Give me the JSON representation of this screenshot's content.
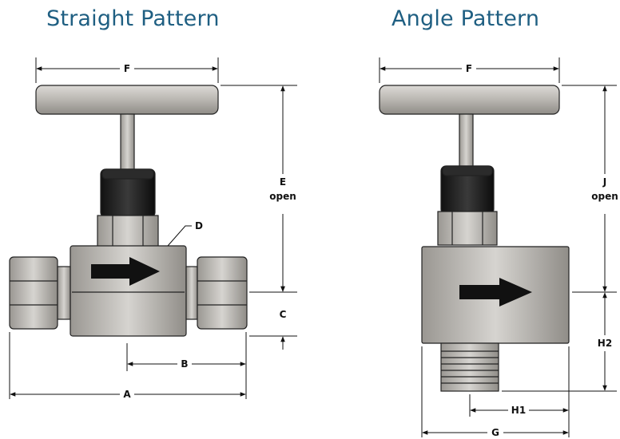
{
  "titles": {
    "straight": "Straight Pattern",
    "angle": "Angle Pattern"
  },
  "straight_labels": {
    "F": "F",
    "E": "E",
    "E_sub": "open",
    "D": "D",
    "C": "C",
    "B": "B",
    "A": "A"
  },
  "angle_labels": {
    "F": "F",
    "J": "J",
    "J_sub": "open",
    "H2": "H2",
    "H1": "H1",
    "G": "G"
  },
  "colors": {
    "title": "#1f5f82",
    "metal": "#b9b6b1",
    "metal_dark": "#8e8b86",
    "knob": "#1e1e1e"
  }
}
